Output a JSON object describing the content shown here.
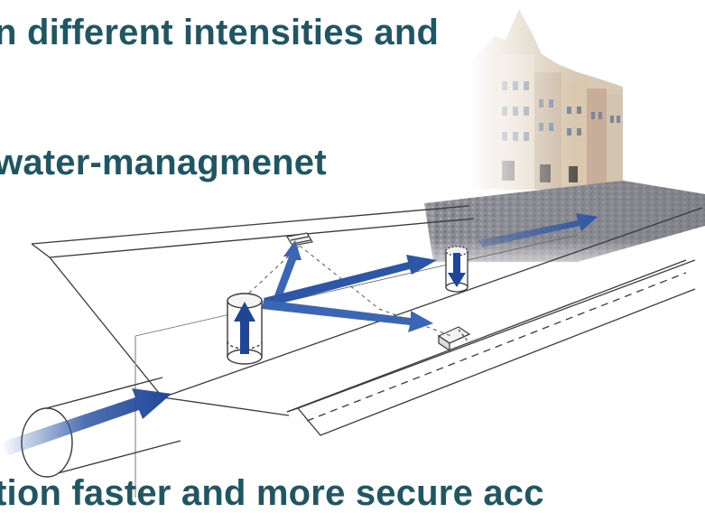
{
  "headings": {
    "line1": "n different intensities and",
    "line2": "water-managmenet",
    "line3": "tion faster and more secure acc"
  },
  "colors": {
    "heading": "#1f5662",
    "arrow": "#2d57a6",
    "line": "#3a3a3a",
    "facade": "#d8c9b4",
    "cobble": "#8a8a90"
  },
  "diagram_icons": [
    "pipe-inlet-icon",
    "street-gutter-icon",
    "manhole-cylinder-icon",
    "drain-inlet-icon",
    "building-facades-icon",
    "cobblestone-street-icon",
    "flow-arrow-icon"
  ]
}
